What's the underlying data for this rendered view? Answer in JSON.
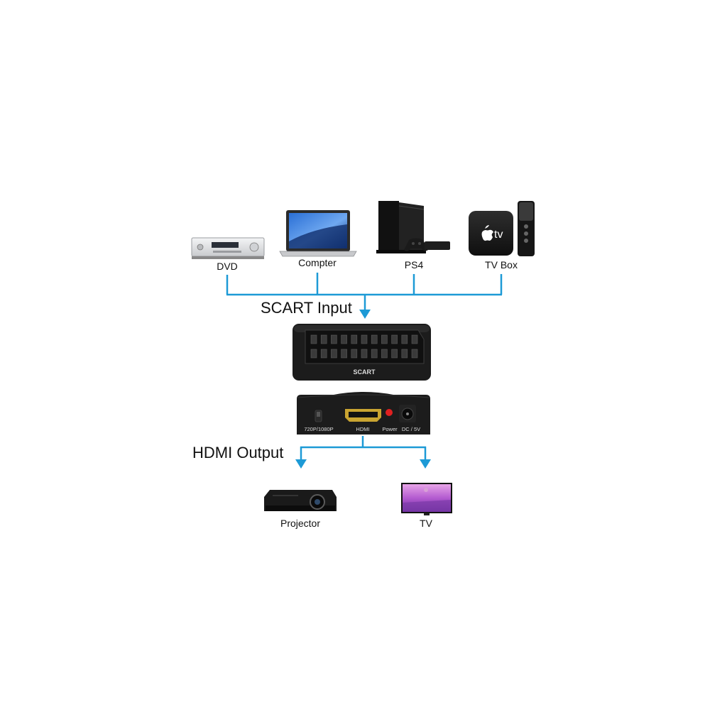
{
  "colors": {
    "connector": "#1d9ad6",
    "device_dark": "#1b1b1b",
    "device_silver": "#e2e3e5",
    "power_led": "#e02020"
  },
  "sources": [
    {
      "label": "DVD",
      "icon": "dvd-player-icon"
    },
    {
      "label": "Compter",
      "icon": "laptop-icon"
    },
    {
      "label": "PS4",
      "icon": "game-console-icon"
    },
    {
      "label": "TV Box",
      "icon": "tv-box-icon"
    }
  ],
  "input_label": "SCART Input",
  "output_label": "HDMI Output",
  "converter": {
    "scart_label": "SCART",
    "ports": {
      "resolution": "720P/1080P",
      "hdmi": "HDMI",
      "power": "Power",
      "dc": "DC / 5V"
    }
  },
  "outputs": [
    {
      "label": "Projector",
      "icon": "projector-icon"
    },
    {
      "label": "TV",
      "icon": "tv-icon"
    }
  ]
}
